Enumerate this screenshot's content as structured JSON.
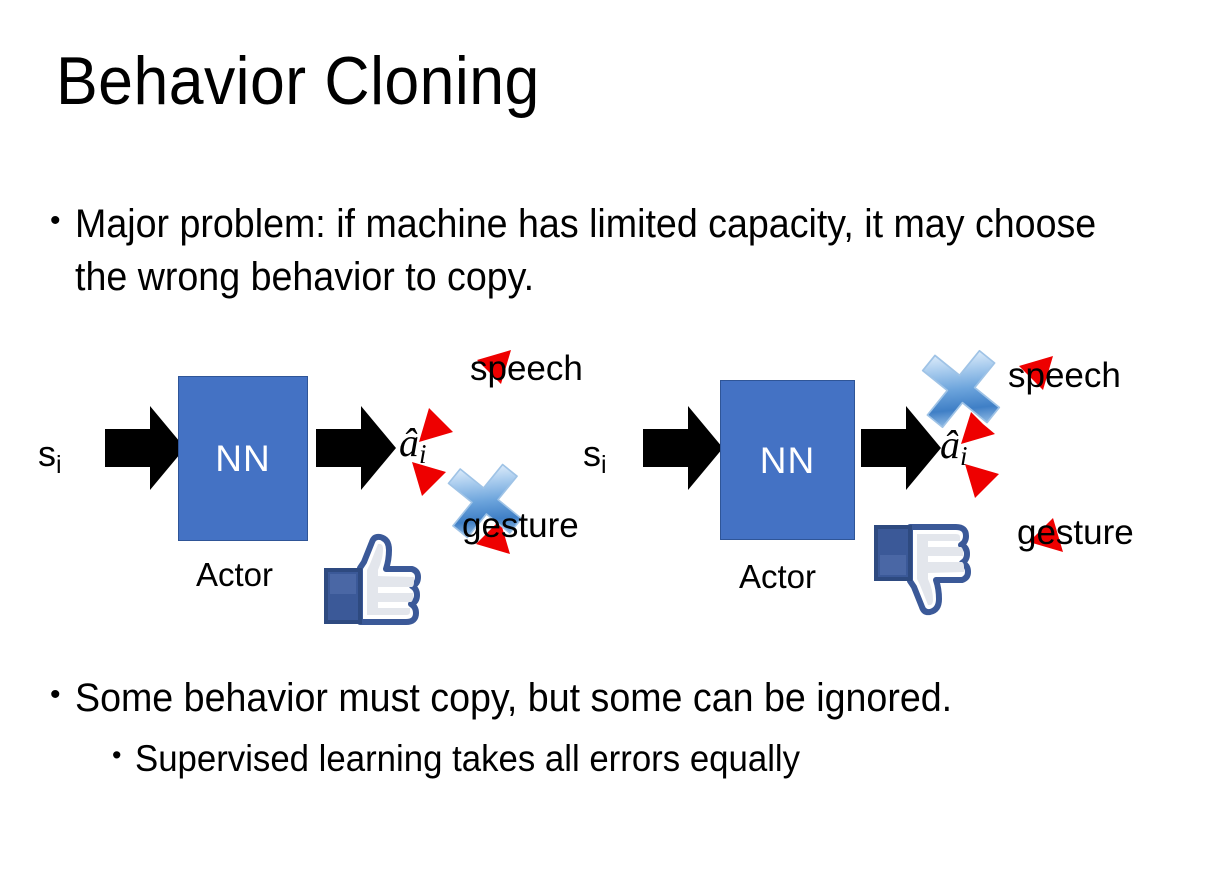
{
  "slide": {
    "title": "Behavior Cloning",
    "background_color": "#FFFFFF",
    "text_color": "#000000"
  },
  "bullets": {
    "marker": "•",
    "top": "Major problem: if machine has limited capacity, it may choose the wrong behavior to copy.",
    "bottom_level1": "Some behavior must copy, but some can be ignored.",
    "bottom_level2": "Supervised learning takes all errors equally"
  },
  "colors": {
    "nn_box_fill": "#4472C4",
    "nn_box_border": "#2F5597",
    "nn_box_text": "#FFFFFF",
    "arrow_black": "#000000",
    "arrow_red": "#EE0000",
    "cross_blue_light": "#CFE2F7",
    "cross_blue_mid": "#6FA8E0",
    "cross_blue_dark": "#2E6DB4",
    "thumb_blue": "#3B5998",
    "thumb_white": "#FFFFFF",
    "thumb_shadow": "#E3E6EC"
  },
  "diagrams": [
    {
      "id": "left",
      "state_label": "s",
      "state_subscript": "i",
      "box_label": "NN",
      "box_caption": "Actor",
      "action_label": "â",
      "action_subscript": "i",
      "output_top": "speech",
      "output_bottom": "gesture",
      "crossed_output": "gesture",
      "feedback_icon": "thumbs-up-icon",
      "feedback_sentiment": "positive"
    },
    {
      "id": "right",
      "state_label": "s",
      "state_subscript": "i",
      "box_label": "NN",
      "box_caption": "Actor",
      "action_label": "â",
      "action_subscript": "i",
      "output_top": "speech",
      "output_bottom": "gesture",
      "crossed_output": "speech",
      "feedback_icon": "thumbs-down-icon",
      "feedback_sentiment": "negative"
    }
  ]
}
